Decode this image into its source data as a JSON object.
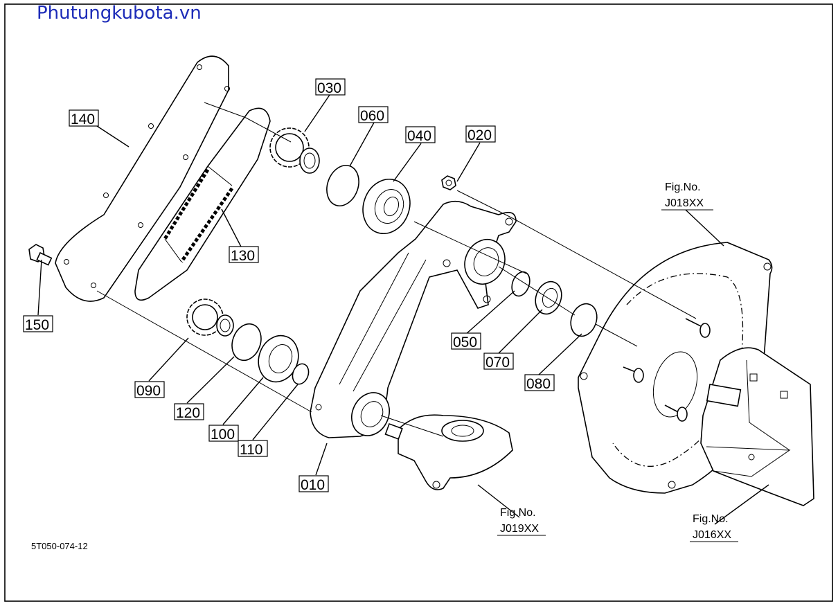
{
  "site": {
    "title": "Phutungkubota.vn"
  },
  "drawing_code": "5T050-074-12",
  "parts": {
    "p010": "010",
    "p020": "020",
    "p030": "030",
    "p040": "040",
    "p050": "050",
    "p060": "060",
    "p070": "070",
    "p080": "080",
    "p090": "090",
    "p100": "100",
    "p110": "110",
    "p120": "120",
    "p130": "130",
    "p140": "140",
    "p150": "150"
  },
  "figure_refs": {
    "j018": {
      "label": "Fig.No.",
      "code": "J018XX"
    },
    "j019": {
      "label": "Fig.No.",
      "code": "J019XX"
    },
    "j016": {
      "label": "Fig.No.",
      "code": "J016XX"
    }
  }
}
